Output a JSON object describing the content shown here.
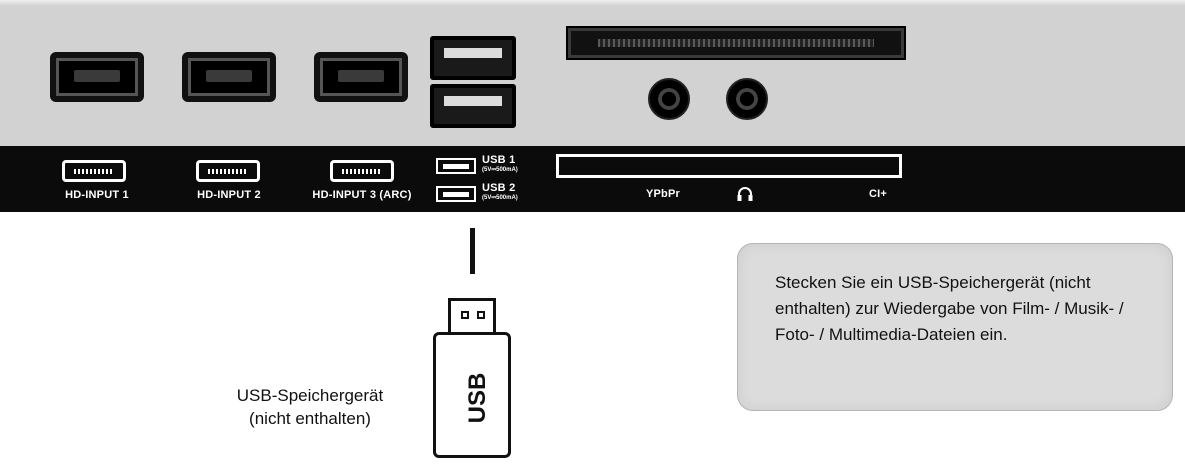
{
  "ports": {
    "hdmi": [
      "HD-INPUT 1",
      "HD-INPUT 2",
      "HD-INPUT 3 (ARC)"
    ],
    "usb": [
      {
        "label": "USB 1",
        "spec": "(5V⎓500mA)"
      },
      {
        "label": "USB 2",
        "spec": "(5V⎓500mA)"
      }
    ],
    "ypbpr": "YPbPr",
    "headphone_icon": "headphone-icon",
    "ci": "CI+"
  },
  "usb_stick": {
    "label": "USB",
    "caption_line1": "USB-Speichergerät",
    "caption_line2": "(nicht enthalten)"
  },
  "info": {
    "text": "Stecken Sie ein USB-Speichergerät (nicht enthalten) zur Wiedergabe von Film- / Musik- / Foto- / Multimedia-Dateien ein."
  },
  "colors": {
    "panel": "#d2d2d2",
    "strip": "#0b0b0b",
    "info_box": "#dcdcdc"
  }
}
